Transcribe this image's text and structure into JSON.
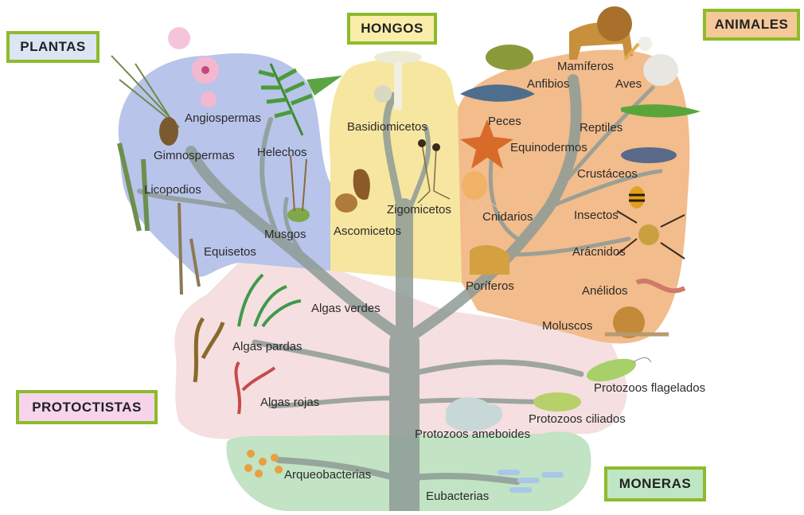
{
  "kingdoms": {
    "plantas": {
      "label": "PLANTAS",
      "color": "#dbe5f3"
    },
    "hongos": {
      "label": "HONGOS",
      "color": "#faedaa"
    },
    "animales": {
      "label": "ANIMALES",
      "color": "#f5c89a"
    },
    "protoctistas": {
      "label": "PROTOCTISTAS",
      "color": "#f6d4ec"
    },
    "moneras": {
      "label": "MONERAS",
      "color": "#bfe6c4"
    }
  },
  "region_colors": {
    "plantas": "#b8c4ea",
    "hongos": "#f7e6a0",
    "animales": "#f3bc8c",
    "protoctistas": "#f6dfe0",
    "moneras": "#c2e3c4",
    "tree": "#8e9c96"
  },
  "labels": {
    "angiospermas": "Angiospermas",
    "gimnospermas": "Gimnospermas",
    "helechos": "Helechos",
    "licopodios": "Licopodios",
    "musgos": "Musgos",
    "equisetos": "Equisetos",
    "basidiomicetos": "Basidiomicetos",
    "zigomicetos": "Zigomicetos",
    "ascomicetos": "Ascomicetos",
    "mamiferos": "Mamíferos",
    "anfibios": "Anfibios",
    "aves": "Aves",
    "peces": "Peces",
    "reptiles": "Reptiles",
    "equinodermos": "Equinodermos",
    "crustaceos": "Crustáceos",
    "cnidarios": "Cnidarios",
    "insectos": "Insectos",
    "aracnidos": "Arácnidos",
    "poriferos": "Poríferos",
    "anelidos": "Anélidos",
    "moluscos": "Moluscos",
    "algas_verdes": "Algas verdes",
    "algas_pardas": "Algas pardas",
    "algas_rojas": "Algas rojas",
    "protozoos_flagelados": "Protozoos flagelados",
    "protozoos_ciliados": "Protozoos ciliados",
    "protozoos_ameboides": "Protozoos ameboides",
    "arqueobacterias": "Arqueobacterias",
    "eubacterias": "Eubacterias"
  }
}
